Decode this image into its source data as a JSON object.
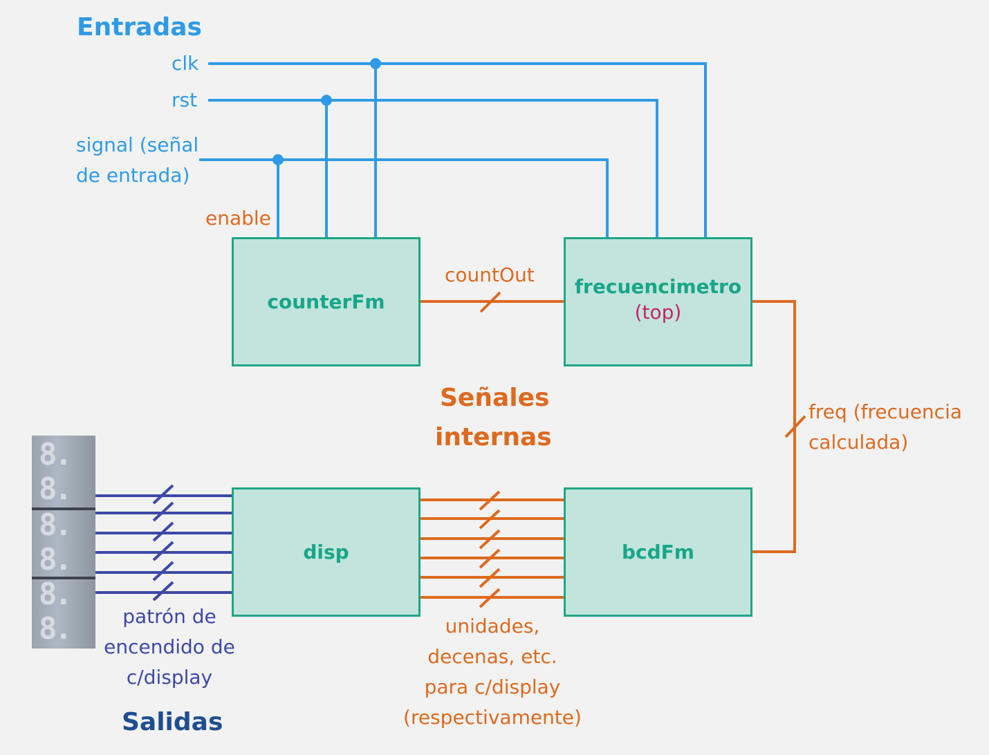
{
  "colors": {
    "background": "#f2f2f2",
    "inputs_blue": "#2f9be6",
    "internal_orange": "#dd6a1f",
    "outputs_navy": "#3d49a8",
    "outputs_title": "#1f4e8f",
    "block_fill": "#c3e4dc",
    "block_border": "#1ea687",
    "block_text": "#17a68a",
    "top_note": "#c4236b"
  },
  "sections": {
    "inputs_title": "Entradas",
    "internal_title_line1": "Señales",
    "internal_title_line2": "internas",
    "outputs_title": "Salidas"
  },
  "inputs": {
    "clk": "clk",
    "rst": "rst",
    "signal_line1": "signal (señal",
    "signal_line2": "de entrada)"
  },
  "blocks": {
    "counterFm": "counterFm",
    "frecuencimetro": "frecuencimetro",
    "frecuencimetro_note": "(top)",
    "disp": "disp",
    "bcdFm": "bcdFm"
  },
  "signals": {
    "enable": "enable",
    "countOut": "countOut",
    "freq_line1": "freq (frecuencia",
    "freq_line2": "calculada)",
    "digits_line1": "unidades,",
    "digits_line2": "decenas, etc.",
    "digits_line3": "para c/display",
    "digits_line4": "(respectivamente)",
    "pattern_line1": "patrón de",
    "pattern_line2": "encendido de",
    "pattern_line3": "c/display"
  },
  "display_image": {
    "icon": "seven-segment-display-photo",
    "digit_glyph": "8.",
    "digit_count": 6
  }
}
